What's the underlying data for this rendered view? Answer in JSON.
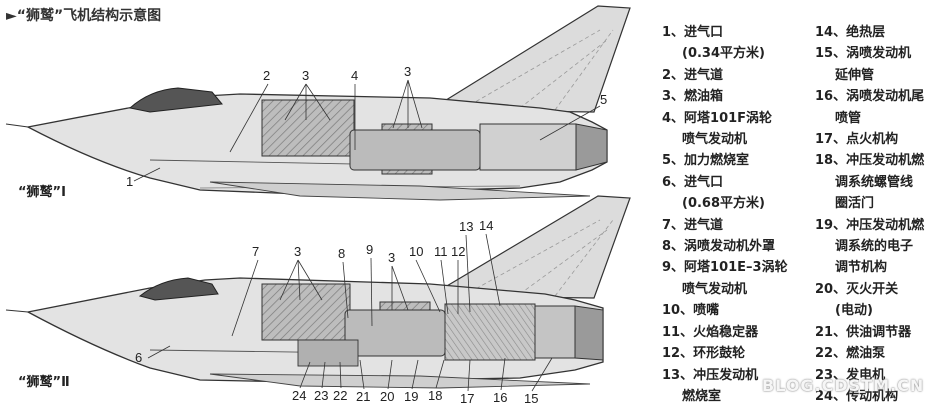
{
  "title": "►“狮鹫”飞机结构示意图",
  "variants": {
    "top": "“狮鹫”Ⅰ",
    "bottom": "“狮鹫”Ⅱ"
  },
  "callouts_top": [
    "1",
    "2",
    "3",
    "4",
    "3",
    "5"
  ],
  "callouts_bottom": [
    "7",
    "3",
    "8",
    "9",
    "3",
    "10",
    "11",
    "12",
    "13",
    "14",
    "6",
    "24",
    "23",
    "22",
    "21",
    "20",
    "19",
    "18",
    "17",
    "16",
    "15"
  ],
  "legend_left": [
    [
      "1、进气口",
      "(0.34平方米)"
    ],
    [
      "2、进气道"
    ],
    [
      "3、燃油箱"
    ],
    [
      "4、阿塔101F涡轮",
      "喷气发动机"
    ],
    [
      "5、加力燃烧室"
    ],
    [
      "6、进气口",
      "(0.68平方米)"
    ],
    [
      "7、进气道"
    ],
    [
      "8、涡喷发动机外罩"
    ],
    [
      "9、阿塔101E–3涡轮",
      "喷气发动机"
    ],
    [
      "10、喷嘴"
    ],
    [
      "11、火焰稳定器"
    ],
    [
      "12、环形鼓轮"
    ],
    [
      "13、冲压发动机",
      "燃烧室"
    ]
  ],
  "legend_right": [
    [
      "14、绝热层"
    ],
    [
      "15、涡喷发动机",
      "延伸管"
    ],
    [
      "16、涡喷发动机尾",
      "喷管"
    ],
    [
      "17、点火机构"
    ],
    [
      "18、冲压发动机燃",
      "调系统螺管线",
      "圈活门"
    ],
    [
      "19、冲压发动机燃",
      "调系统的电子",
      "调节机构"
    ],
    [
      "20、灭火开关",
      "(电动)"
    ],
    [
      "21、供油调节器"
    ],
    [
      "22、燃油泵"
    ],
    [
      "23、发电机"
    ],
    [
      "24、传动机构"
    ]
  ],
  "watermark": "BLOG.CDSTM.CN"
}
